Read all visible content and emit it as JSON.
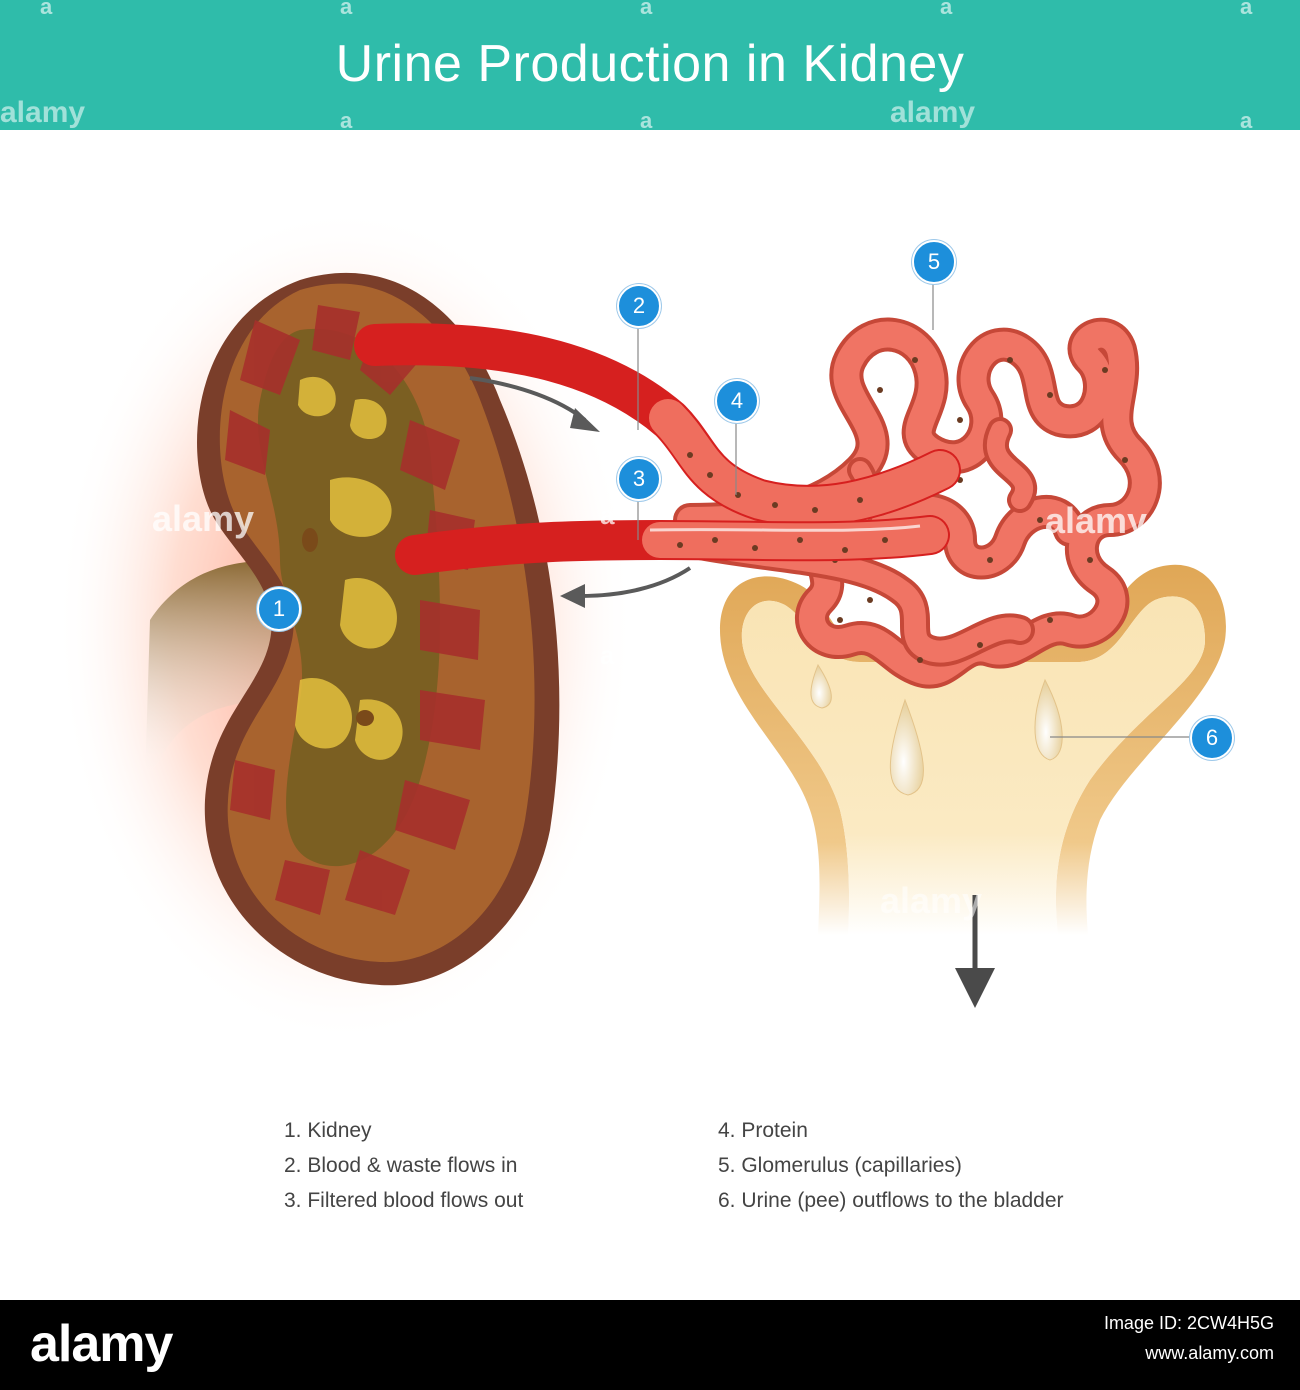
{
  "title": "Urine Production in Kidney",
  "callouts": [
    "1",
    "2",
    "3",
    "4",
    "5",
    "6"
  ],
  "legend": {
    "left": [
      "1. Kidney",
      "2. Blood & waste flows in",
      "3. Filtered blood flows out"
    ],
    "right": [
      "4. Protein",
      "5. Glomerulus (capillaries)",
      "6. Urine (pee) outflows to the bladder"
    ]
  },
  "watermark": {
    "brand": "alamy",
    "letter": "a"
  },
  "footer": {
    "brand": "alamy",
    "image_id": "Image ID: 2CW4H5G",
    "site": "www.alamy.com"
  },
  "colors": {
    "header": "#2fbcaa",
    "callout": "#1d8fdb",
    "artery": "#d6201f",
    "capillary": "#ee6a5c",
    "kidney_tissue": "#8a5a2c",
    "capsule": "#f3d99a"
  }
}
